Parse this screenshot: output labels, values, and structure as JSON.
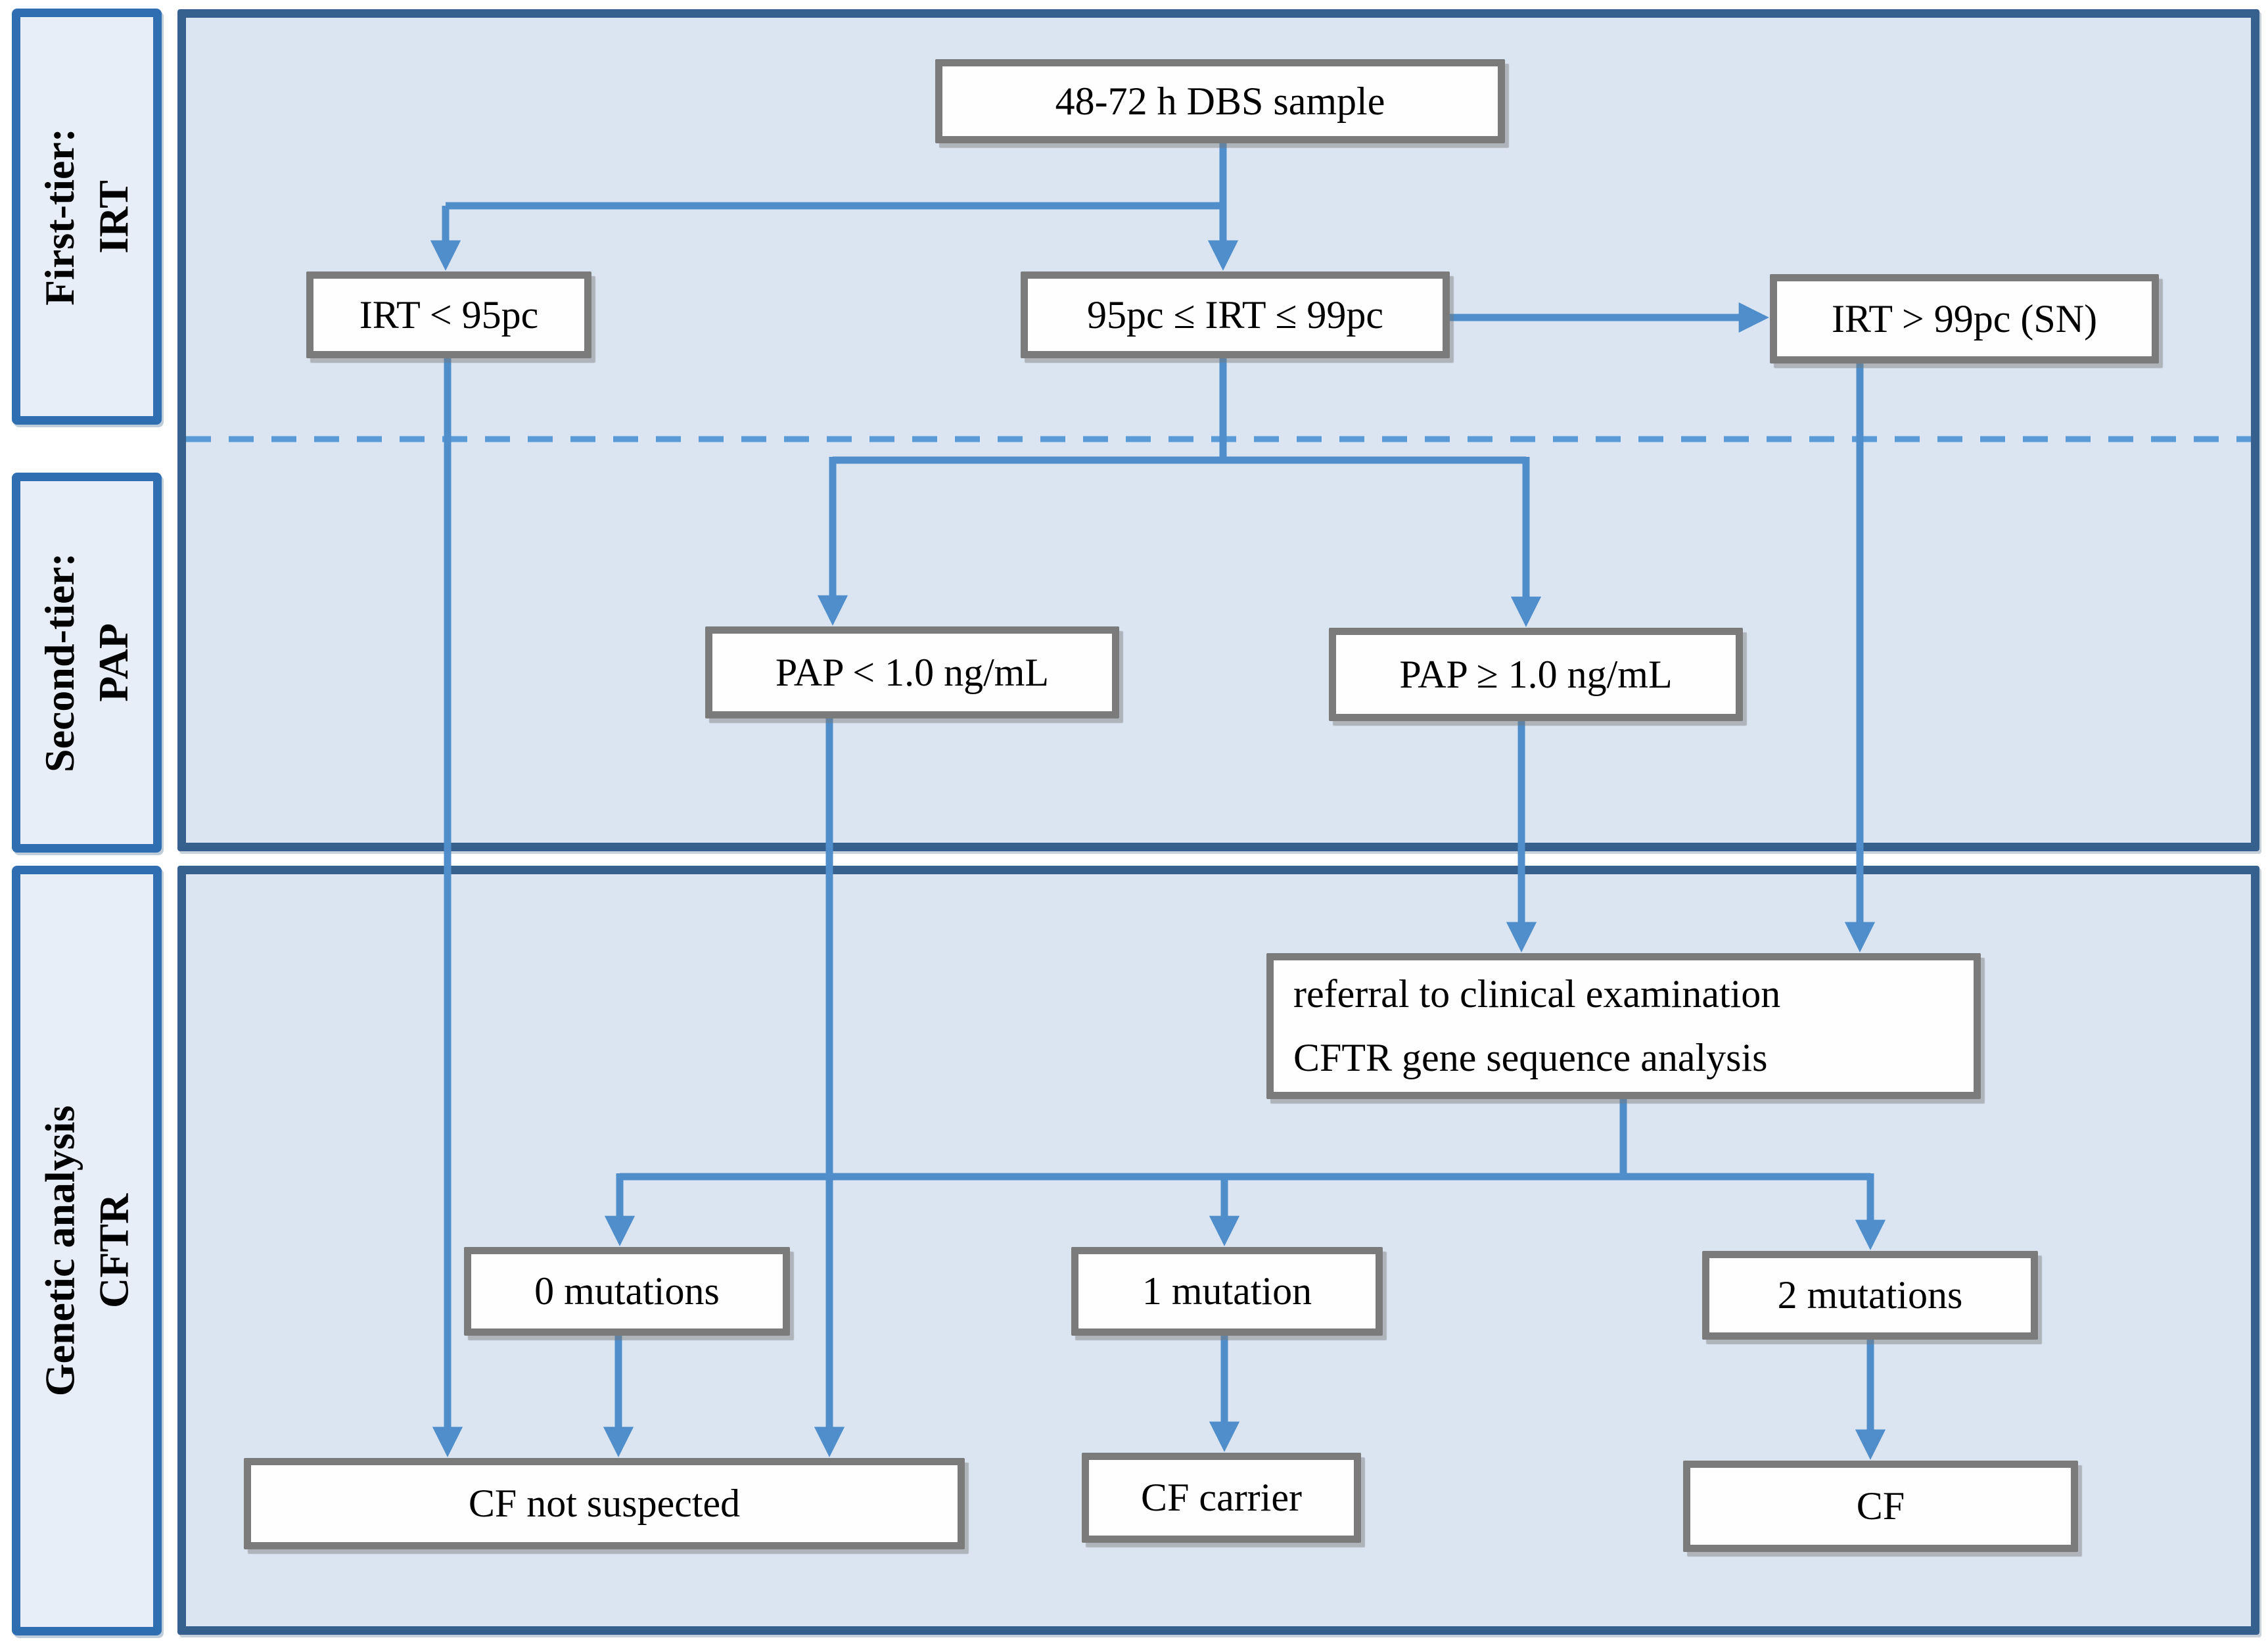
{
  "colors": {
    "panel_fill": "#dbe5f1",
    "sidebar_fill": "#e8eef8",
    "panel_border": "#36618e",
    "sidebar_border": "#2f6eb0",
    "node_border": "#7b7b7b",
    "node_fill": "#fefefe",
    "connector_blue": "#4f8ecb",
    "dashed_blue": "#5b9bd5",
    "text": "#000000"
  },
  "tiers": [
    {
      "line1": "First-tier:",
      "line2": "IRT"
    },
    {
      "line1": "Second-tier:",
      "line2": "PAP"
    },
    {
      "line1": "Genetic analysis",
      "line2": "CFTR"
    }
  ],
  "nodes": {
    "dbs_sample": "48-72 h DBS sample",
    "irt_low": "IRT < 95pc",
    "irt_mid": "95pc ≤ IRT ≤ 99pc",
    "irt_high": "IRT > 99pc (SN)",
    "pap_low": "PAP < 1.0 ng/mL",
    "pap_high": "PAP ≥ 1.0 ng/mL",
    "referral_line1": "referral to clinical examination",
    "referral_line2": "CFTR gene sequence analysis",
    "mut0": "0 mutations",
    "mut1": "1 mutation",
    "mut2": "2 mutations",
    "cf_not": "CF not suspected",
    "cf_carrier": "CF carrier",
    "cf": "CF"
  }
}
